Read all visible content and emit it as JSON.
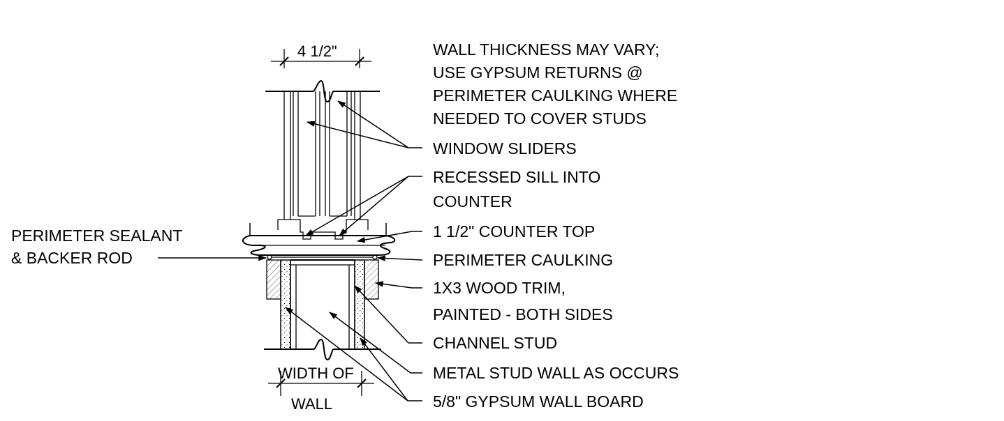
{
  "dimensions": {
    "top": "4 1/2\"",
    "bottom_line1": "WIDTH OF",
    "bottom_line2": "WALL"
  },
  "notes": {
    "wall_thickness": [
      "WALL THICKNESS MAY VARY;",
      "USE GYPSUM RETURNS @",
      "PERIMETER CAULKING WHERE",
      "NEEDED TO COVER STUDS"
    ],
    "window_sliders": "WINDOW SLIDERS",
    "recessed_sill": [
      "RECESSED SILL INTO",
      "COUNTER"
    ],
    "counter_top": "1 1/2\" COUNTER TOP",
    "perimeter_caulking": "PERIMETER CAULKING",
    "wood_trim": [
      "1X3 WOOD TRIM,",
      "PAINTED - BOTH SIDES"
    ],
    "channel_stud": "CHANNEL STUD",
    "metal_stud_wall": "METAL STUD WALL AS OCCURS",
    "gypsum_board": "5/8\" GYPSUM WALL BOARD",
    "perimeter_sealant": [
      "PERIMETER SEALANT",
      "& BACKER ROD"
    ]
  }
}
